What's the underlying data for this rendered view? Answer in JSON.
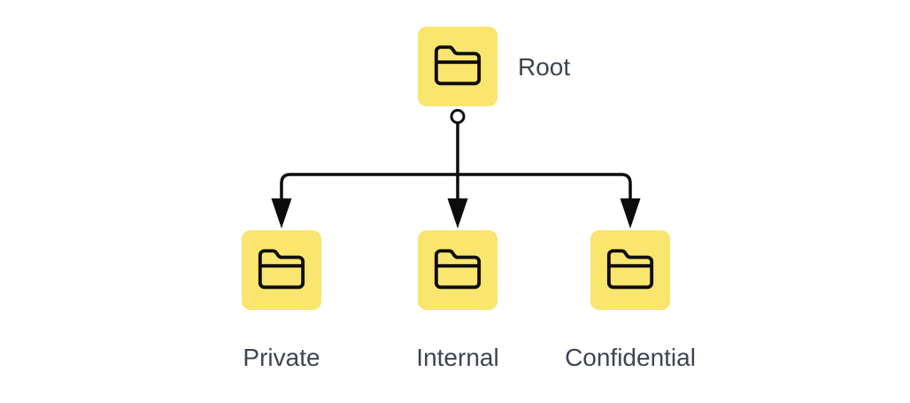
{
  "diagram": {
    "root": {
      "label": "Root",
      "icon": "folder-icon"
    },
    "children": [
      {
        "label": "Private",
        "icon": "folder-icon"
      },
      {
        "label": "Internal",
        "icon": "folder-icon"
      },
      {
        "label": "Confidential",
        "icon": "folder-icon"
      }
    ],
    "theme": {
      "background": "#ffffff",
      "folder_fill": "#fae56e",
      "icon_stroke": "#0c0c0d",
      "connector_color": "#0c0c0d",
      "label_color": "#3e4450"
    }
  }
}
